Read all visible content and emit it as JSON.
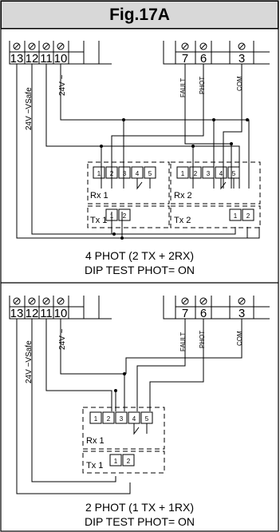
{
  "figure": {
    "title": "Fig.17A"
  },
  "panel_top": {
    "left_terminals": [
      "13",
      "12",
      "11",
      "10"
    ],
    "right_terminals": [
      "7",
      "6",
      "3"
    ],
    "wire_labels": {
      "vsafe": "24V ~VSafe",
      "v24": "24V ~",
      "fault": "FAULT",
      "phot": "PHOT",
      "com": "COM"
    },
    "rx1_label": "Rx 1",
    "rx2_label": "Rx 2",
    "tx1_label": "Tx 1",
    "tx2_label": "Tx 2",
    "rx_pins": [
      "1",
      "2",
      "3",
      "4",
      "5"
    ],
    "tx_pins": [
      "1",
      "2"
    ],
    "caption_line1": "4 PHOT  (2 TX + 2RX)",
    "caption_line2": "DIP TEST PHOT= ON"
  },
  "panel_bottom": {
    "left_terminals": [
      "13",
      "12",
      "11",
      "10"
    ],
    "right_terminals": [
      "7",
      "6",
      "3"
    ],
    "wire_labels": {
      "vsafe": "24V ~VSafe",
      "v24": "24V ~",
      "fault": "FAULT",
      "phot": "PHOT",
      "com": "COM"
    },
    "rx1_label": "Rx 1",
    "tx1_label": "Tx 1",
    "rx_pins": [
      "1",
      "2",
      "3",
      "4",
      "5"
    ],
    "tx_pins": [
      "1",
      "2"
    ],
    "caption_line1": "2 PHOT  (1 TX + 1RX)",
    "caption_line2": "DIP TEST PHOT= ON"
  }
}
